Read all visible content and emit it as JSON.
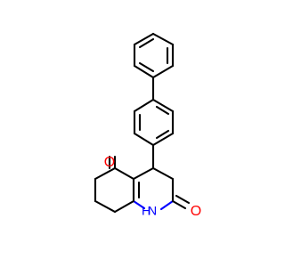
{
  "atoms": {
    "o_ketone": "O",
    "o_lactam": "O",
    "n_lactam": "H\nN",
    "n_label_h": "H",
    "n_label_n": "N"
  },
  "colors": {
    "bond": "#000000",
    "oxygen": "#ff0000",
    "nitrogen": "#0000ff",
    "background": "#ffffff"
  }
}
